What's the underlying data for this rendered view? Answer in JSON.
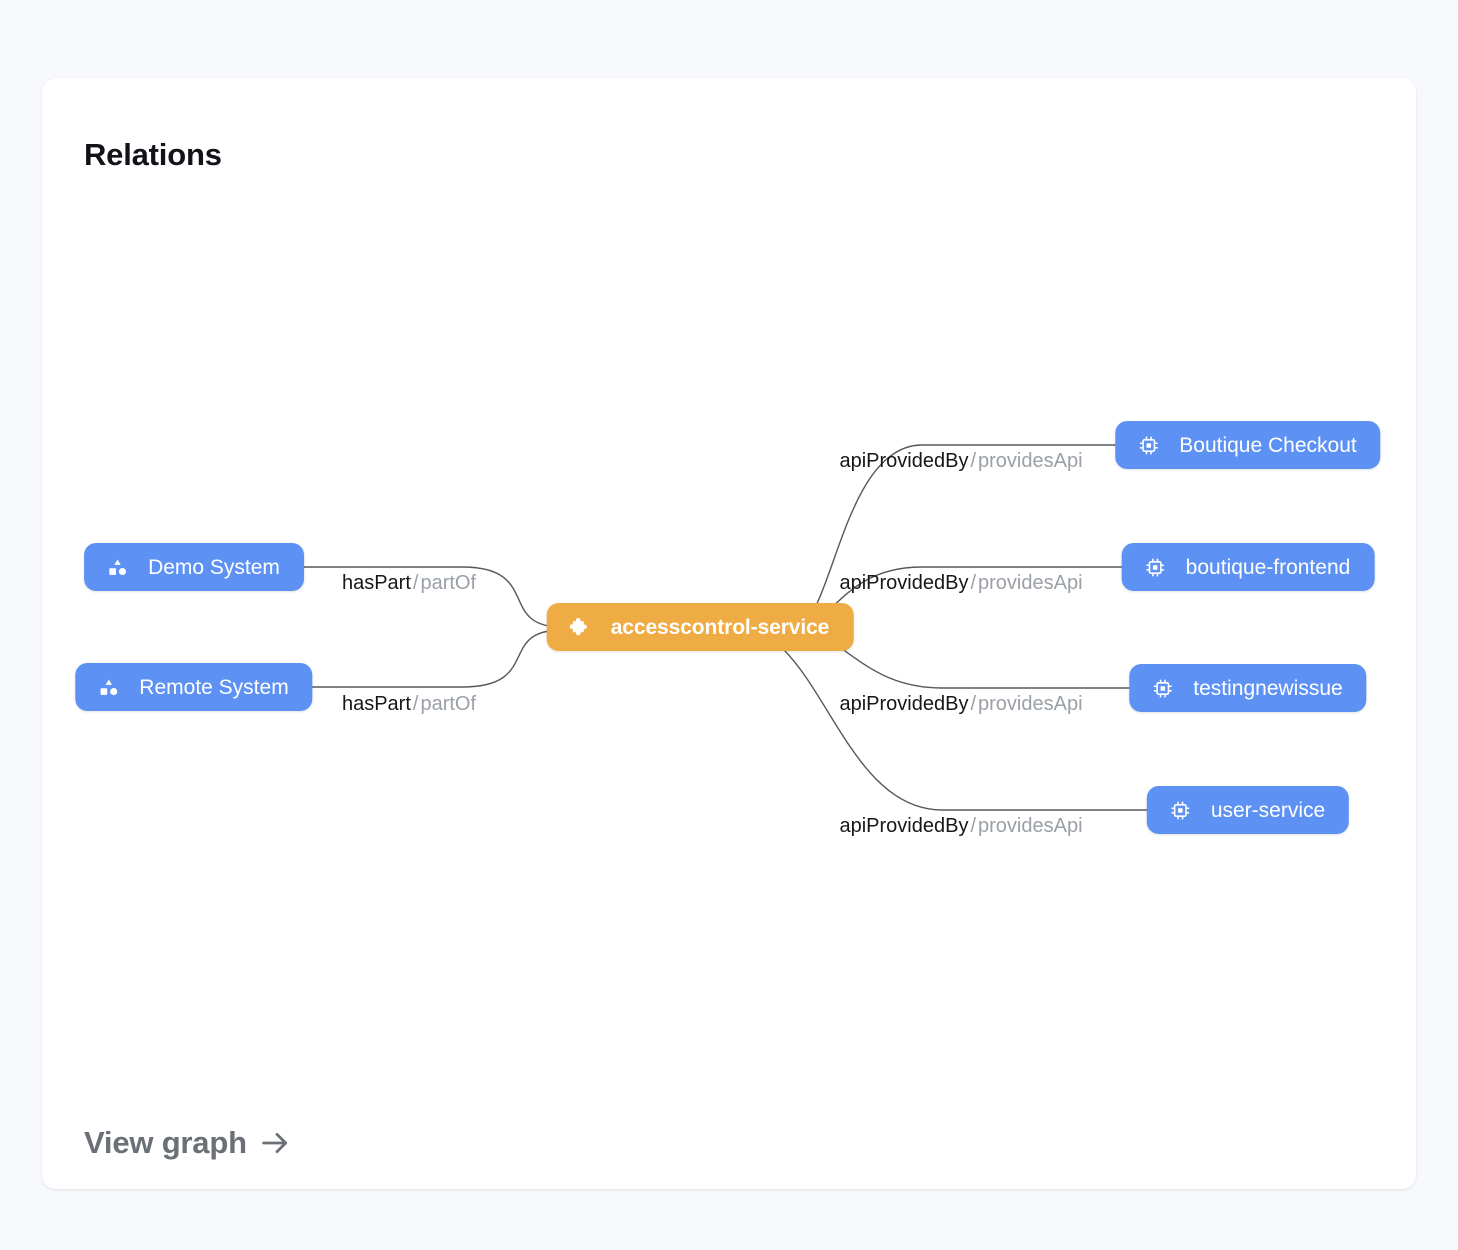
{
  "card": {
    "title": "Relations",
    "footer_link": {
      "label": "View graph",
      "icon": "arrow-right-icon"
    }
  },
  "graph": {
    "center_node": {
      "id": "accesscontrol-service",
      "label": "accesscontrol-service",
      "kind": "component",
      "icon": "puzzle-piece-icon",
      "color": "#efab44"
    },
    "left_nodes": [
      {
        "id": "demo-system",
        "label": "Demo System",
        "kind": "system",
        "icon": "shapes-icon",
        "color": "#5d92f4",
        "relation_forward": "hasPart",
        "relation_reverse": "partOf"
      },
      {
        "id": "remote-system",
        "label": "Remote System",
        "kind": "system",
        "icon": "shapes-icon",
        "color": "#5d92f4",
        "relation_forward": "hasPart",
        "relation_reverse": "partOf"
      }
    ],
    "right_nodes": [
      {
        "id": "boutique-checkout",
        "label": "Boutique Checkout",
        "kind": "api",
        "icon": "cpu-chip-icon",
        "color": "#5d92f4",
        "relation_forward": "apiProvidedBy",
        "relation_reverse": "providesApi"
      },
      {
        "id": "boutique-frontend",
        "label": "boutique-frontend",
        "kind": "api",
        "icon": "cpu-chip-icon",
        "color": "#5d92f4",
        "relation_forward": "apiProvidedBy",
        "relation_reverse": "providesApi"
      },
      {
        "id": "testingnewissue",
        "label": "testingnewissue",
        "kind": "api",
        "icon": "cpu-chip-icon",
        "color": "#5d92f4",
        "relation_forward": "apiProvidedBy",
        "relation_reverse": "providesApi"
      },
      {
        "id": "user-service",
        "label": "user-service",
        "kind": "api",
        "icon": "cpu-chip-icon",
        "color": "#5d92f4",
        "relation_forward": "apiProvidedBy",
        "relation_reverse": "providesApi"
      }
    ],
    "relation_separator": "/"
  }
}
